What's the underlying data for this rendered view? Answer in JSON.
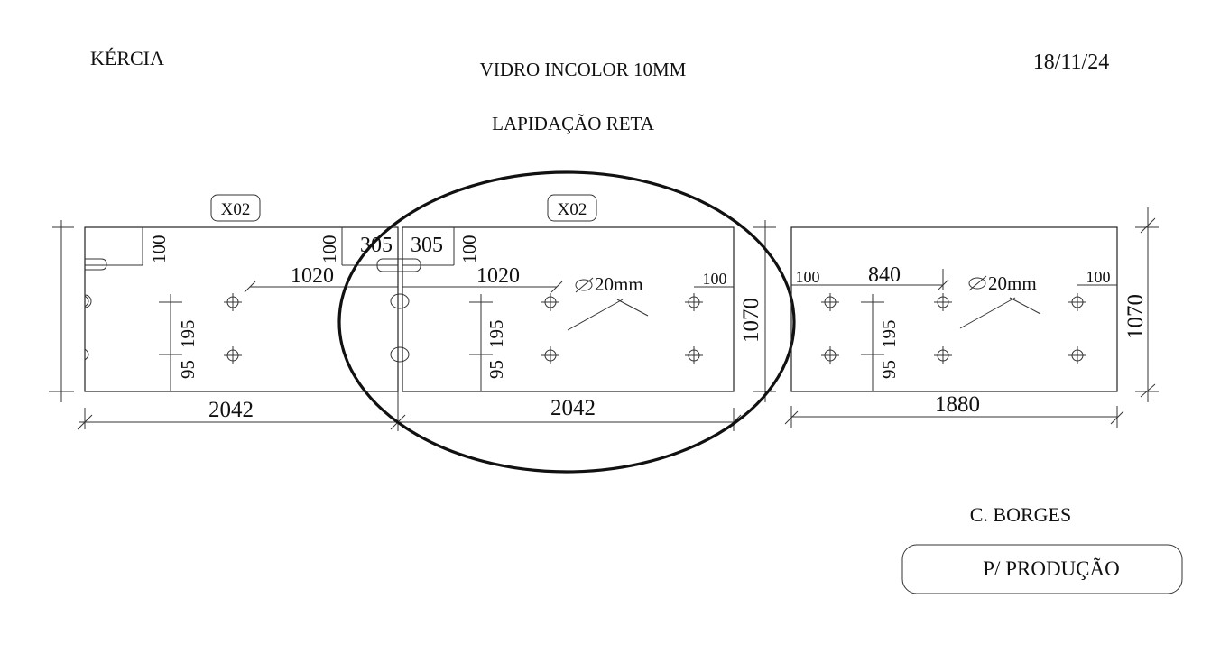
{
  "header": {
    "client": "KÉRCIA",
    "title": "VIDRO INCOLOR 10MM",
    "subtitle": "LAPIDAÇÃO RETA",
    "date": "18/11/24"
  },
  "footer": {
    "author": "C. BORGES",
    "status": "P/ PRODUÇÃO"
  },
  "panel_left": {
    "qty": "X02",
    "width": "2042",
    "d1020": "1020",
    "d305": "305",
    "d100_top": "100",
    "d100_notch": "100",
    "d195": "195",
    "d95": "95"
  },
  "panel_mid": {
    "qty": "X02",
    "width": "2042",
    "height": "1070",
    "d1020": "1020",
    "d305": "305",
    "d100_notch": "100",
    "d100_right": "100",
    "d195": "195",
    "d95": "95",
    "hole": "20mm"
  },
  "panel_right": {
    "width": "1880",
    "height": "1070",
    "d840": "840",
    "d100_left": "100",
    "d100_right": "100",
    "d195": "195",
    "d95": "95",
    "hole": "20mm"
  }
}
